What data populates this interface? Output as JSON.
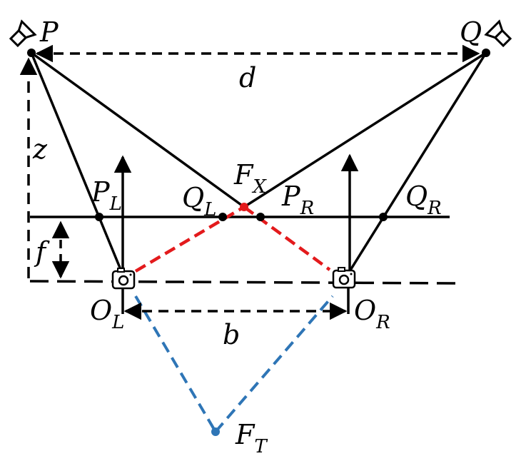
{
  "labels": {
    "P": "P",
    "Q": "Q",
    "d": "d",
    "z": "z",
    "f": "f",
    "b": "b",
    "F_X": {
      "base": "F",
      "sub": "X"
    },
    "P_L": {
      "base": "P",
      "sub": "L"
    },
    "Q_L": {
      "base": "Q",
      "sub": "L"
    },
    "P_R": {
      "base": "P",
      "sub": "R"
    },
    "Q_R": {
      "base": "Q",
      "sub": "R"
    },
    "O_L": {
      "base": "O",
      "sub": "L"
    },
    "O_R": {
      "base": "O",
      "sub": "R"
    },
    "F_T": {
      "base": "F",
      "sub": "T"
    }
  },
  "icons": {
    "projector": "projector-icon",
    "camera": "camera-icon"
  },
  "colors": {
    "lines": "#000000",
    "intersection": "#e31a1c",
    "triangulation": "#2e75b6"
  }
}
